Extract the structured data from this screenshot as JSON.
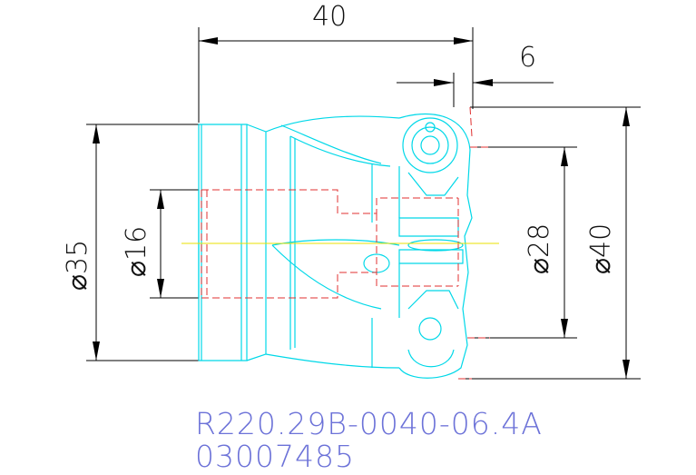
{
  "dimensions": {
    "length": "40",
    "offset": "6",
    "d35": "⌀35",
    "d16": "⌀16",
    "d28": "⌀28",
    "d40": "⌀40"
  },
  "part": {
    "designation": "R220.29B-0040-06.4A",
    "number": "03007485"
  },
  "colors": {
    "outline": "#00d8e8",
    "hidden": "#e03030",
    "centerline": "#e8e000",
    "label": "#6c72d8"
  }
}
